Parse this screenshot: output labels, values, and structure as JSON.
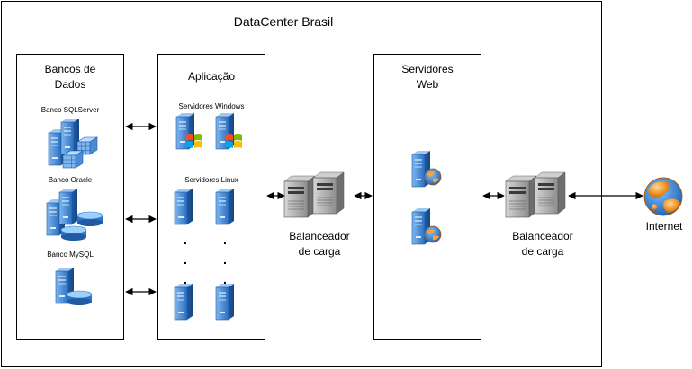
{
  "datacenter": {
    "title": "DataCenter Brasil"
  },
  "databases": {
    "title": "Bancos de\nDados",
    "sqlserver_label": "Banco SQLServer",
    "oracle_label": "Banco Oracle",
    "mysql_label": "Banco MySQL"
  },
  "application": {
    "title": "Aplicação",
    "windows_label": "Servidores Windows",
    "linux_label": "Servidores Linux",
    "dots": ".\n.\n."
  },
  "web": {
    "title": "Servidores\nWeb"
  },
  "load_balancer_1": {
    "label": "Balanceador\nde carga"
  },
  "load_balancer_2": {
    "label": "Balanceador\nde carga"
  },
  "internet": {
    "label": "Internet"
  },
  "icons": {
    "server": "server-icon",
    "windows_server": "windows-server-icon",
    "database": "database-icon",
    "cube": "olap-cube-icon",
    "web_server": "web-server-icon",
    "load_balancer": "load-balancer-icon",
    "globe": "globe-icon"
  },
  "colors": {
    "server_blue": "#2a78c9",
    "server_gray": "#8a8a8a",
    "globe_orange": "#f28c1e"
  }
}
